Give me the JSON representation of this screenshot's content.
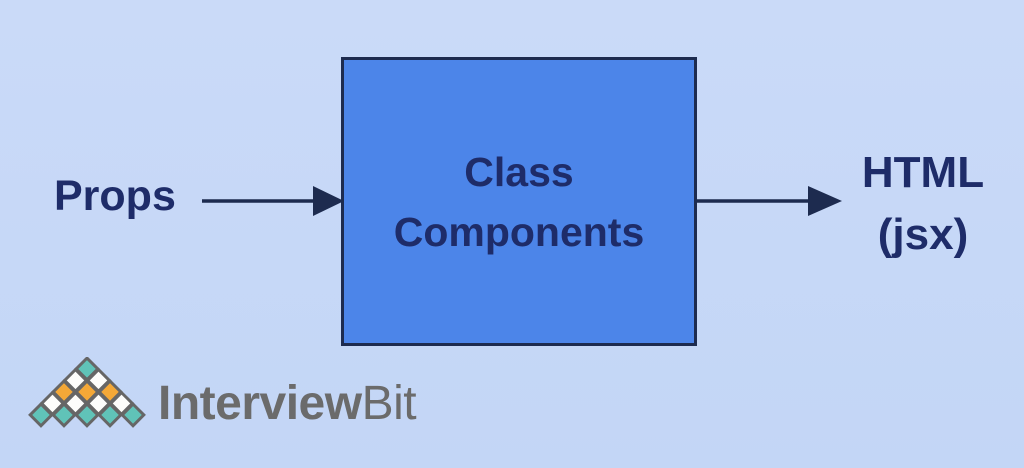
{
  "diagram": {
    "input_label": "Props",
    "process_box": {
      "line1": "Class",
      "line2": "Components"
    },
    "output_label": {
      "line1": "HTML",
      "line2": "(jsx)"
    }
  },
  "branding": {
    "name_bold": "Interview",
    "name_light": "Bit",
    "logo_tiles": [
      [
        "teal"
      ],
      [
        "white",
        "white"
      ],
      [
        "orange",
        "orange",
        "orange"
      ],
      [
        "white",
        "white",
        "white",
        "white"
      ],
      [
        "teal",
        "teal",
        "teal",
        "teal",
        "teal"
      ]
    ]
  },
  "colors": {
    "background_top": "#cadaf8",
    "background_bottom": "#c3d6f6",
    "box_fill": "#4c85e9",
    "box_border": "#1d2b4f",
    "arrow": "#1d2b4f",
    "heading_text": "#1e2c69",
    "logo_text": "#6b6b6b",
    "logo_stroke": "#666666",
    "logo_teal": "#60c3b8",
    "logo_orange": "#f4a837",
    "logo_white": "#fdfdfb"
  }
}
